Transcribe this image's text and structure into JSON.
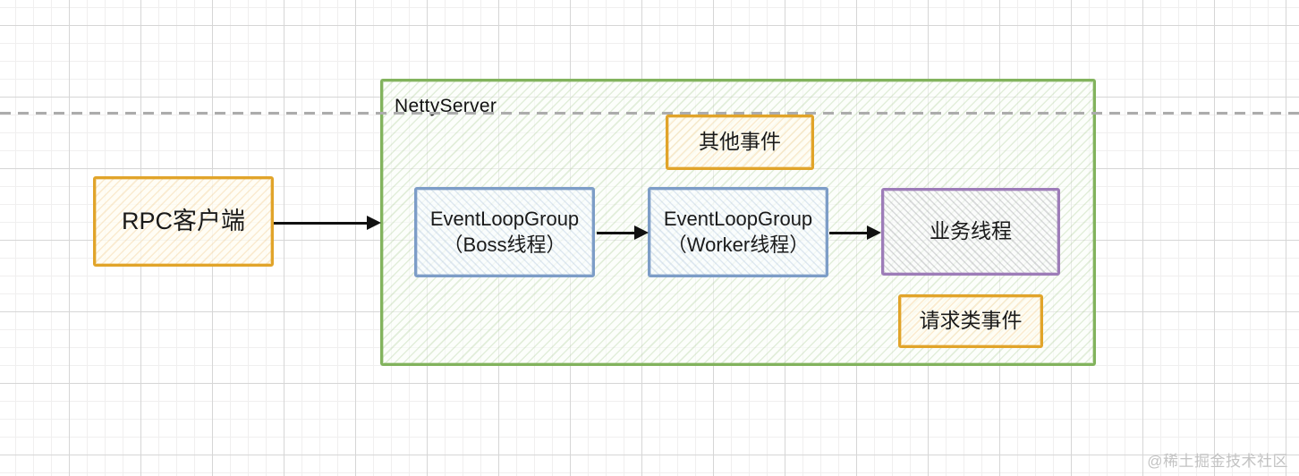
{
  "diagram_type": "flow-diagram",
  "netty": {
    "label": "NettyServer"
  },
  "nodes": {
    "rpc_client": {
      "label": "RPC客户端"
    },
    "boss_group": {
      "line1": "EventLoopGroup",
      "line2": "（Boss线程）"
    },
    "worker_group": {
      "line1": "EventLoopGroup",
      "line2": "（Worker线程）"
    },
    "business_thread": {
      "label": "业务线程"
    },
    "other_events": {
      "label": "其他事件"
    },
    "request_events": {
      "label": "请求类事件"
    }
  },
  "edges": [
    {
      "from": "rpc_client",
      "to": "netty_server_group"
    },
    {
      "from": "boss_group",
      "to": "worker_group"
    },
    {
      "from": "worker_group",
      "to": "business_thread"
    }
  ],
  "colors": {
    "orange_border": "#e1a42a",
    "green_border": "#82b35d",
    "blue_border": "#7d9dc7",
    "purple_border": "#9d7cb8",
    "arrow": "#111111",
    "dashed_line": "#acacac"
  },
  "watermark": "@稀土掘金技术社区"
}
